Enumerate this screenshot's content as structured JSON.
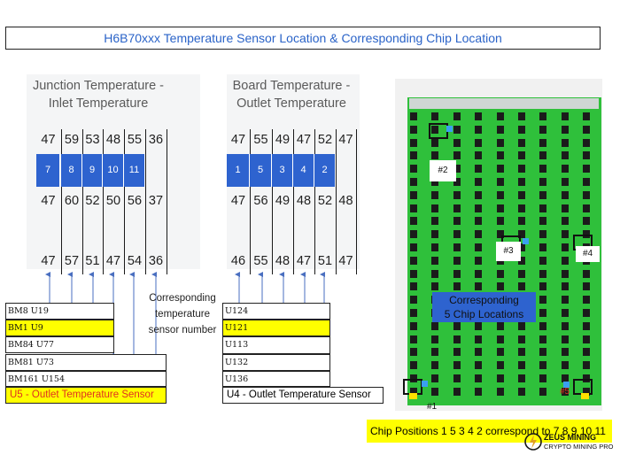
{
  "title": "H6B70xxx Temperature Sensor Location & Corresponding Chip Location",
  "left": {
    "title_line1": "Junction Temperature -",
    "title_line2": "Inlet Temperature",
    "rows": [
      [
        "47",
        "59",
        "53",
        "48",
        "55",
        "36"
      ],
      [
        "47",
        "60",
        "52",
        "50",
        "56",
        "37"
      ],
      [
        "47",
        "57",
        "51",
        "47",
        "54",
        "36"
      ]
    ],
    "chips": [
      "7",
      "8",
      "9",
      "10",
      "11"
    ],
    "labels": [
      "BM8  U19",
      "BM1  U9",
      "BM84  U77",
      "BM81  U73",
      "BM161  U154"
    ],
    "sensor": "U5 - Outlet Temperature Sensor"
  },
  "middle_text": [
    "Corresponding",
    "temperature",
    "sensor number"
  ],
  "right": {
    "title_line1": "Board Temperature -",
    "title_line2": "Outlet Temperature",
    "rows": [
      [
        "47",
        "55",
        "49",
        "47",
        "52",
        "47"
      ],
      [
        "47",
        "56",
        "49",
        "48",
        "52",
        "48"
      ],
      [
        "46",
        "55",
        "48",
        "47",
        "51",
        "47"
      ]
    ],
    "chips": [
      "1",
      "5",
      "3",
      "4",
      "2"
    ],
    "labels": [
      "U124",
      "U121",
      "U113",
      "U132",
      "U136"
    ],
    "sensor": "U4 - Outlet Temperature Sensor"
  },
  "board": {
    "markers": [
      "#1",
      "#2",
      "#3",
      "#4",
      "#5"
    ],
    "label_line1": "Corresponding",
    "label_line2": "5 Chip Locations"
  },
  "footer": "Chip Positions 1 5 3 4 2 correspond to 7 8 9 10 11",
  "watermark": {
    "line1": "ZEUS MINING",
    "line2": "CRYPTO MINING PRO"
  },
  "colors": {
    "accent_blue": "#2e63cf",
    "highlight": "#ffff00",
    "pcb_green": "#2fc03b",
    "title_blue": "#2a63c8",
    "sensor_red": "#e03020"
  }
}
